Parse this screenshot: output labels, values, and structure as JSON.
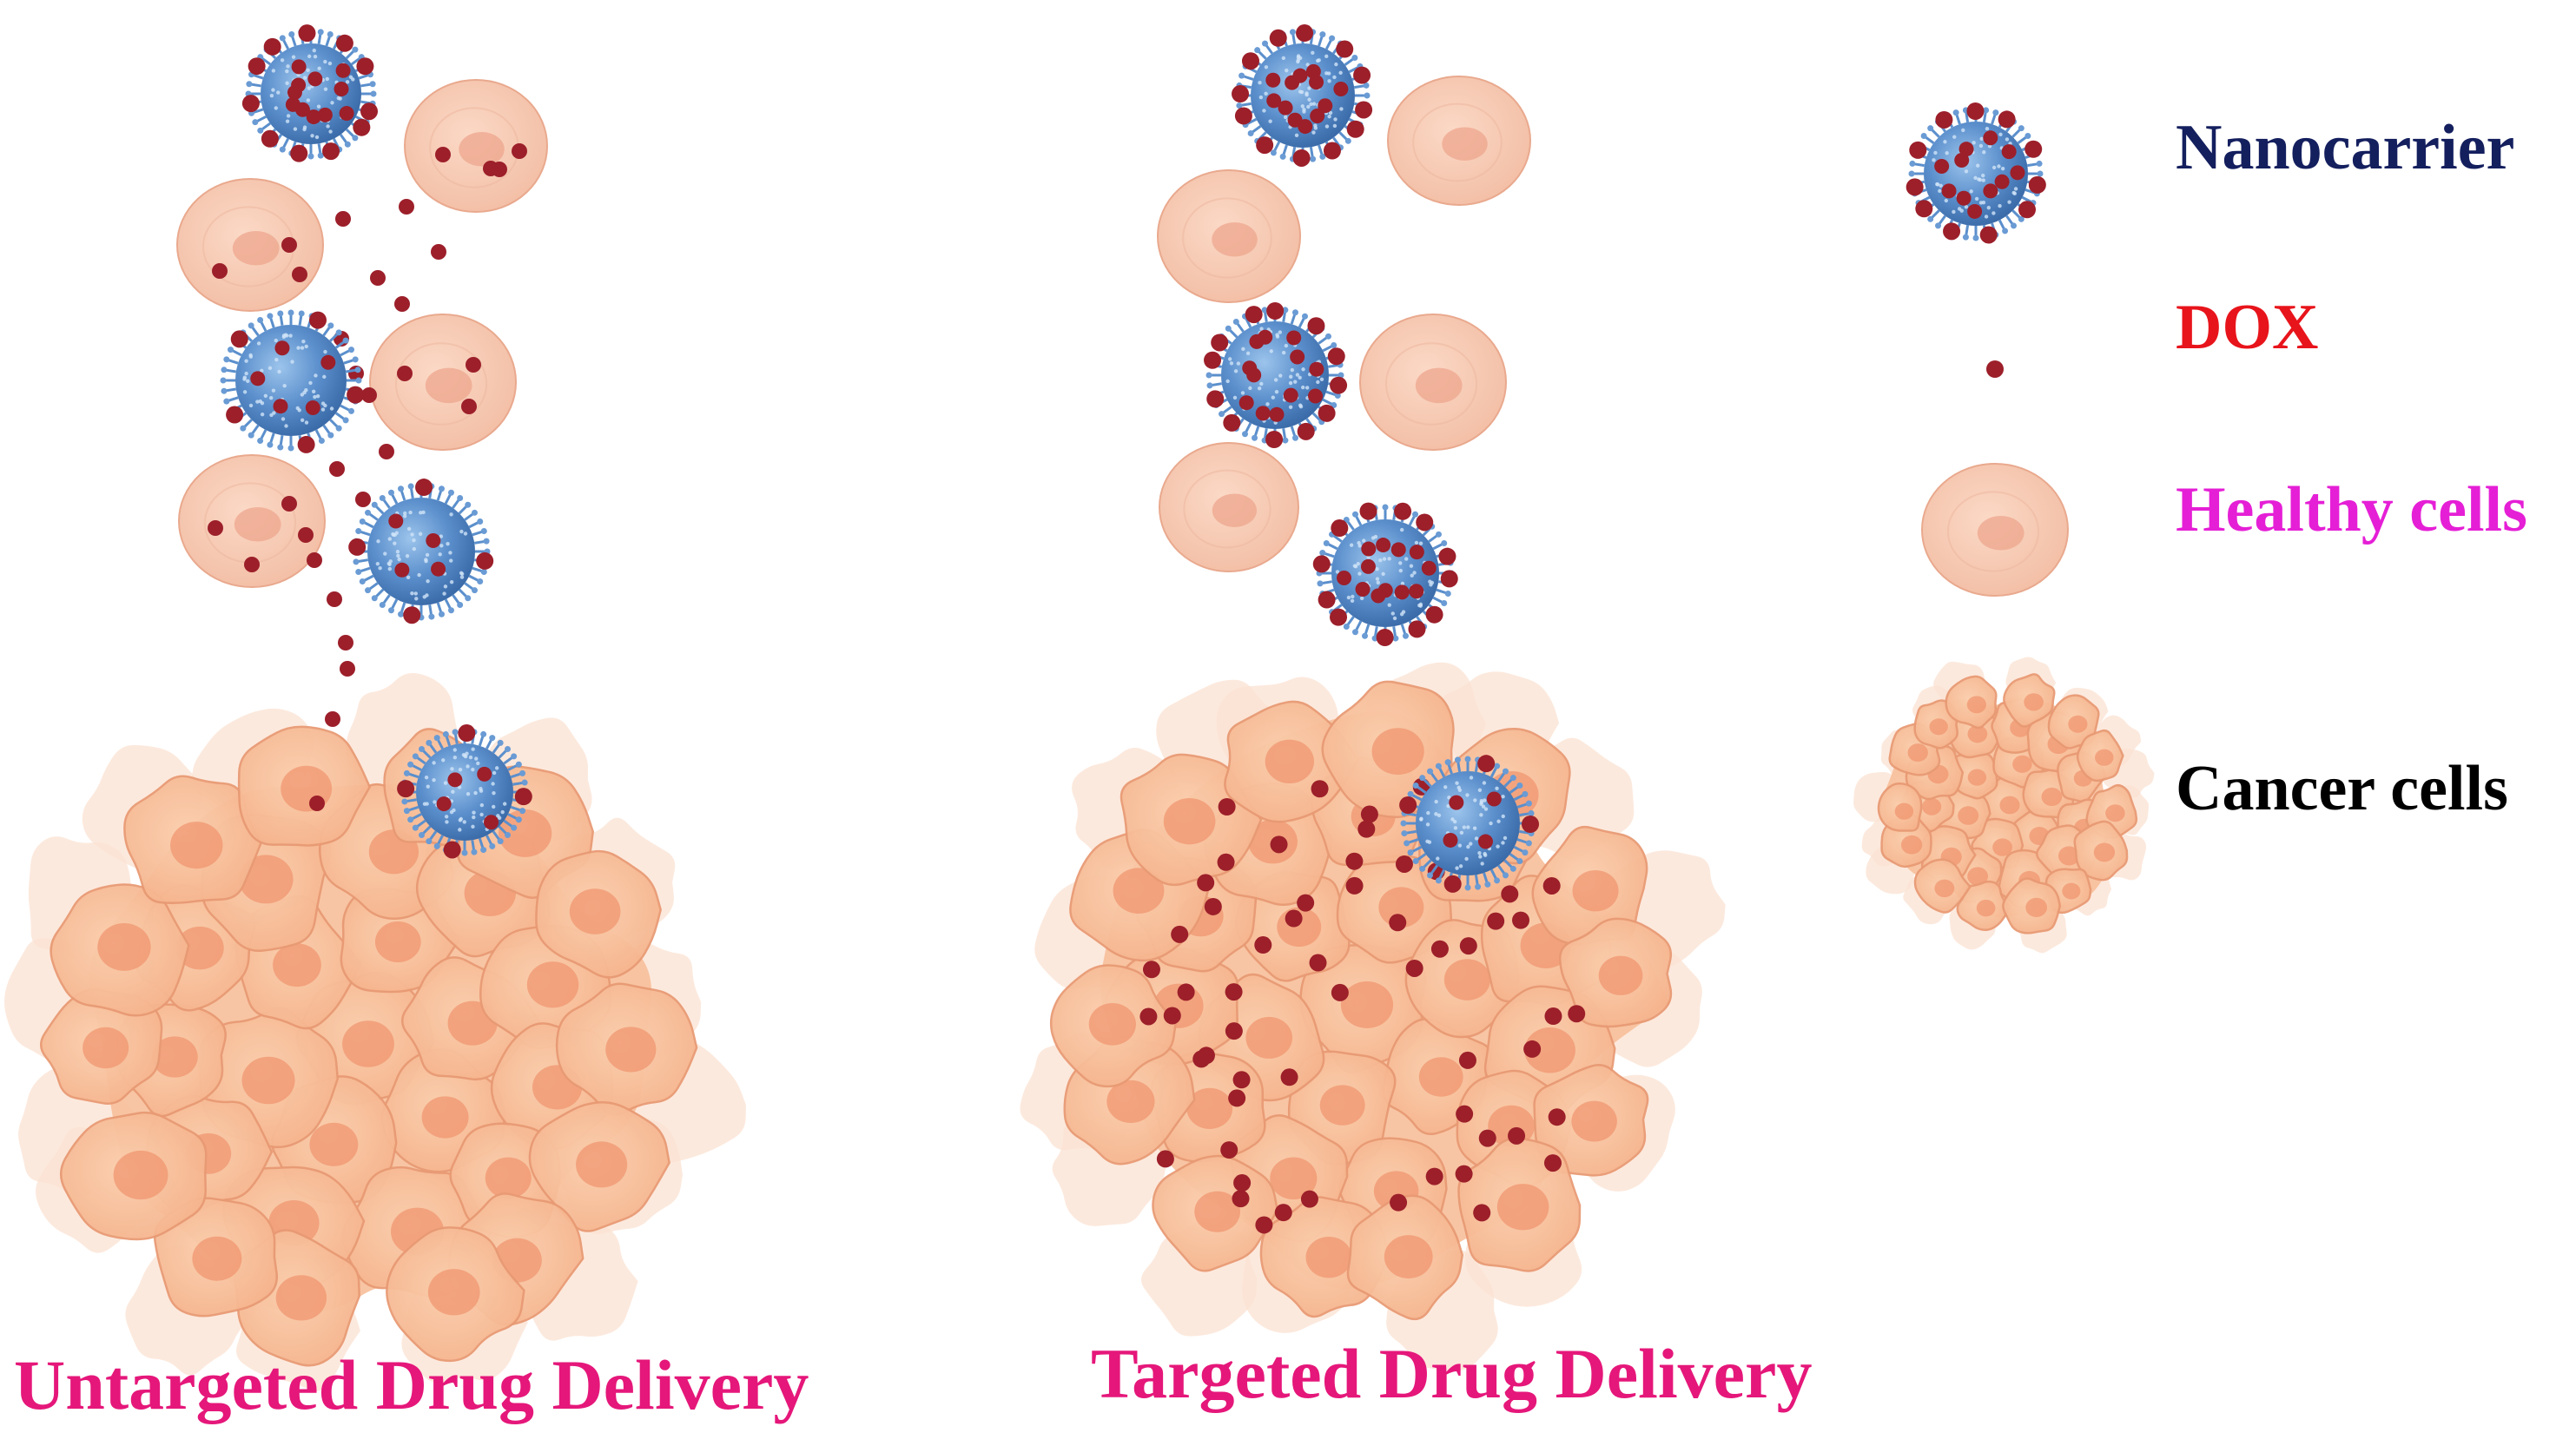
{
  "captions": {
    "untargeted": "Untargeted Drug Delivery",
    "targeted": "Targeted Drug Delivery"
  },
  "legend": {
    "nanocarrier": "Nanocarrier",
    "dox": "DOX",
    "healthy_cells": "Healthy cells",
    "cancer_cells": "Cancer cells"
  },
  "colors": {
    "caption": "#e5177a",
    "nanocarrier_label": "#141f5e",
    "dox_label": "#e8141b",
    "healthy_label": "#e51fd6",
    "cancer_label": "#000000",
    "nanocarrier_body": "#4f86c6",
    "dox_particle": "#9c1f2a",
    "healthy_cell": "#f7c9b3",
    "healthy_nucleus": "#eea58e",
    "cancer_cell": "#f7bf9a",
    "cancer_nucleus": "#f0936c"
  }
}
